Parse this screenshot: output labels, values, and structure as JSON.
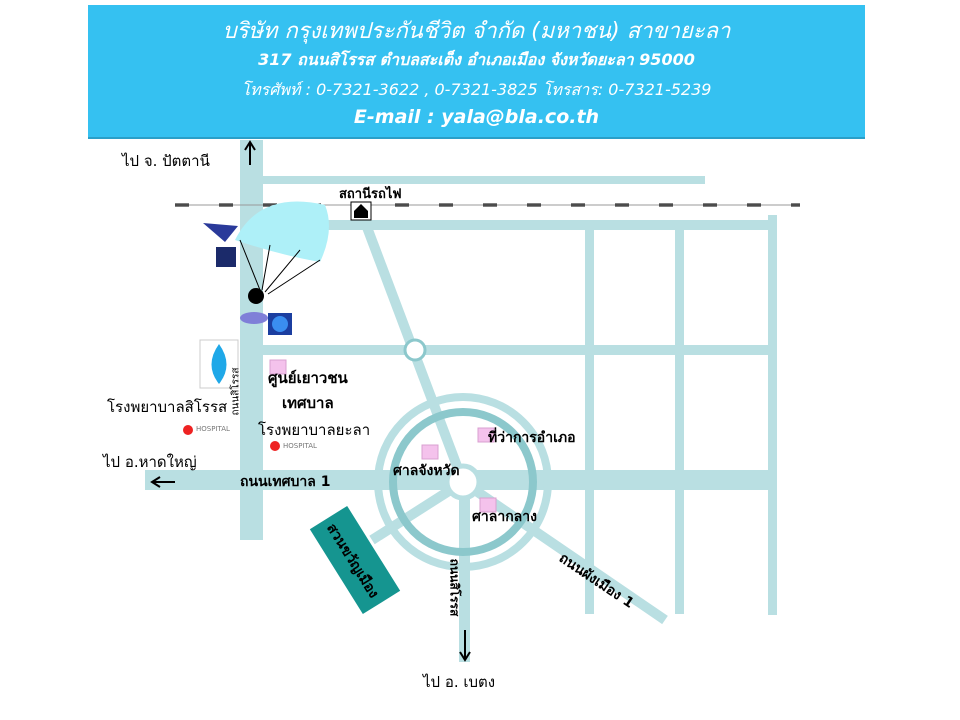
{
  "header": {
    "company": "บริษัท กรุงเทพประกันชีวิต จำกัด (มหาชน)   สาขายะลา",
    "address": "317   ถนนสิโรรส   ตำบลสะเต็ง  อำเภอเมือง   จังหวัดยะลา  95000",
    "phone": "โทรศัพท์ : 0-7321-3622 , 0-7321-3825      โทรสาร: 0-7321-5239",
    "email": "E-mail : yala@bla.co.th"
  },
  "map": {
    "to_pattani": "ไป จ. ปัตตานี",
    "railway_station": "สถานีรถไฟ",
    "youth_center": "ศูนย์เยาวชน",
    "municipal": "เทศบาล",
    "sirorot_hospital": "โรงพยาบาลสิโรรส",
    "yala_hospital": "โรงพยาบาลยะลา",
    "hospital_tag": "HOSPITAL",
    "to_hat_yai": "ไป อ.หาดใหญ่",
    "road_thesaban1": "ถนนเทศบาล 1",
    "road_sirorot": "ถนนสิโรรส",
    "district_office": "ที่ว่าการอำเภอ",
    "provincial_court": "ศาลจังหวัด",
    "city_hall": "ศาลากลาง",
    "park": "สวนขวัญเมือง",
    "road_south": "ถนนสิโรรส",
    "road_phang_mueang": "ถนนผังเมือง 1",
    "to_betong": "ไป อ. เบตง"
  },
  "colors": {
    "header": "#35c1f1",
    "road": "#b9dfe2",
    "ring": "#8cc8cc",
    "park": "#159590"
  }
}
